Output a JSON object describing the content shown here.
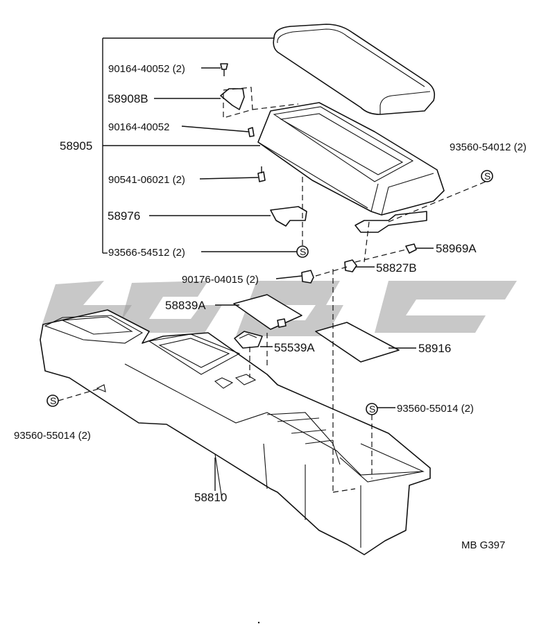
{
  "labels": {
    "p90164_40052_2": "90164-40052 (2)",
    "p58908B": "58908B",
    "p90164_40052": "90164-40052",
    "p58905": "58905",
    "p90541_06021_2": "90541-06021 (2)",
    "p58976": "58976",
    "p93566_54512_2": "93566-54512 (2)",
    "p93560_54012_2": "93560-54012 (2)",
    "p58969A": "58969A",
    "p58827B": "58827B",
    "p90176_04015_2": "90176-04015 (2)",
    "p58839A": "58839A",
    "p55539A": "55539A",
    "p58916": "58916",
    "p93560_55014_2_right": "93560-55014 (2)",
    "p93560_55014_2_left": "93560-55014 (2)",
    "p58810": "58810",
    "drawing_code": "MB G397"
  },
  "symbols": {
    "s": "S"
  },
  "colors": {
    "line": "#111111",
    "watermark": "#9a9a9a"
  }
}
